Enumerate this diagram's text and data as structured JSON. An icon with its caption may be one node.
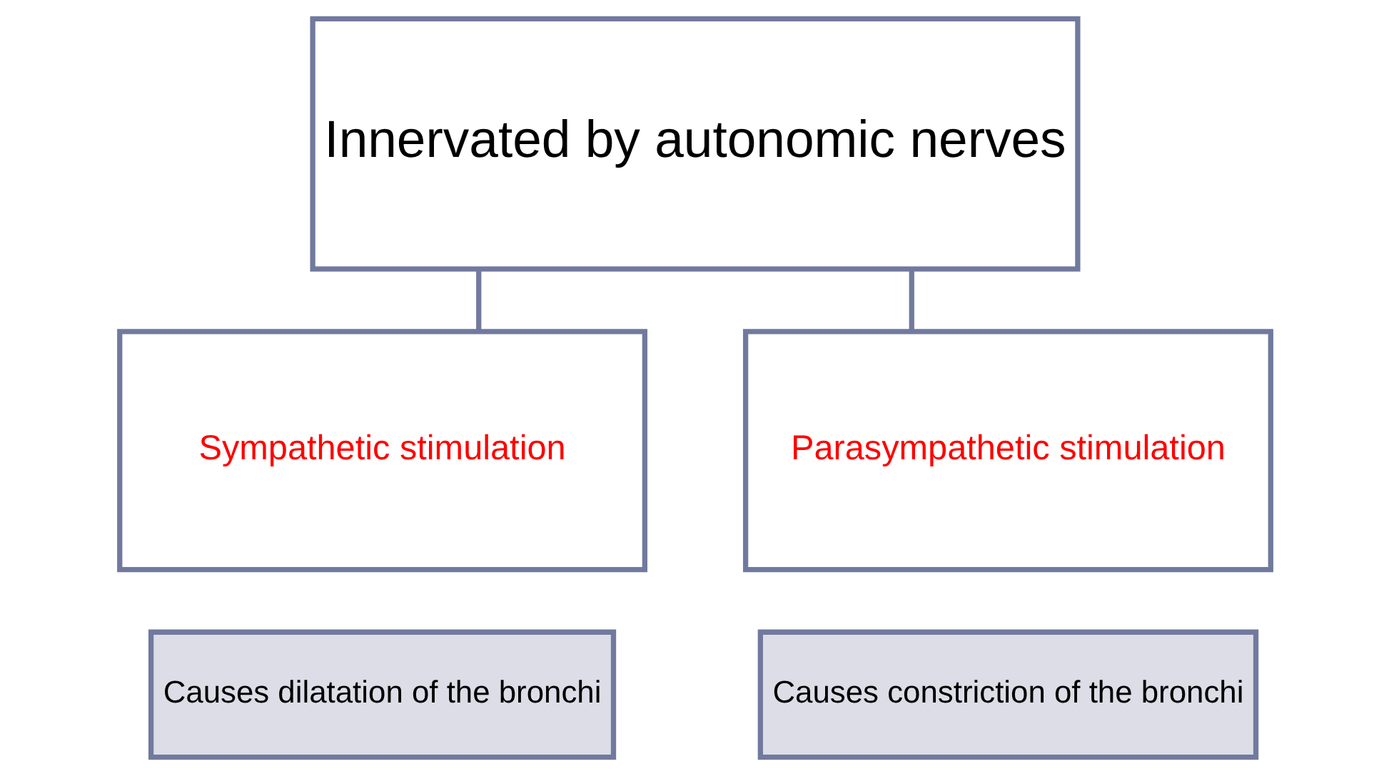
{
  "diagram": {
    "nodes": [
      {
        "text": [
          "Innervated by autonomic nerves"
        ]
      },
      {
        "text": [
          "Sympathetic stimulation"
        ]
      },
      {
        "text": [
          "Causes dilatation of the bronchi"
        ]
      },
      {
        "text": [
          "Parasympathetic stimulation"
        ]
      },
      {
        "text": [
          "Causes constriction of the bronchi"
        ]
      }
    ],
    "edges": [
      {
        "from": 0,
        "to": 1,
        "arrow": "none"
      },
      {
        "from": 0,
        "to": 3,
        "arrow": "none"
      }
    ]
  }
}
